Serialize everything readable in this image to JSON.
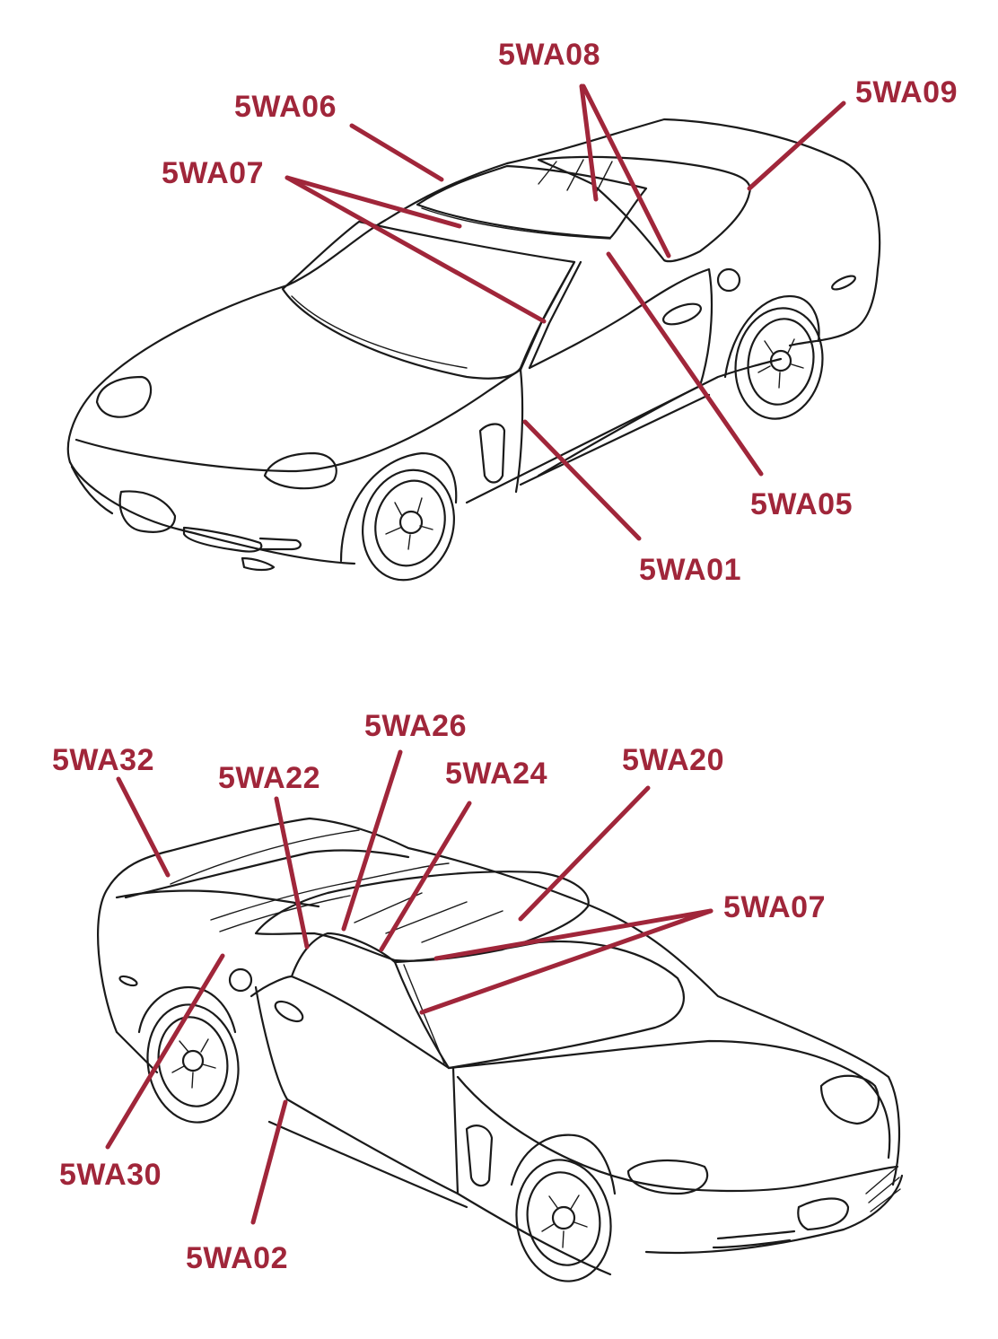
{
  "colors": {
    "callout": "#a0263a",
    "linework": "#1a1a1a",
    "background": "#ffffff"
  },
  "top_view": {
    "labels": {
      "5WA08": "5WA08",
      "5WA09": "5WA09",
      "5WA06": "5WA06",
      "5WA07": "5WA07",
      "5WA05": "5WA05",
      "5WA01": "5WA01"
    }
  },
  "bottom_view": {
    "labels": {
      "5WA26": "5WA26",
      "5WA32": "5WA32",
      "5WA24": "5WA24",
      "5WA20": "5WA20",
      "5WA22": "5WA22",
      "5WA07": "5WA07",
      "5WA30": "5WA30",
      "5WA02": "5WA02"
    }
  }
}
